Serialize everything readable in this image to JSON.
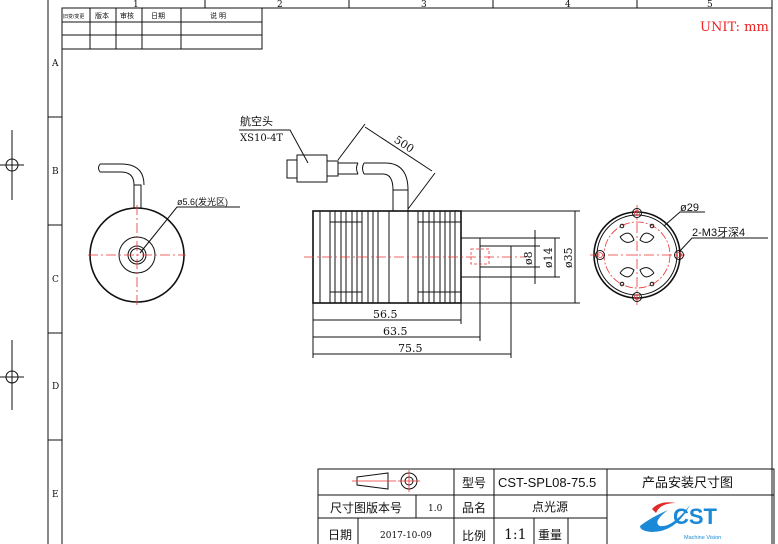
{
  "unit_label": "UNIT: mm",
  "ruler": {
    "columns": [
      "1",
      "2",
      "3",
      "4",
      "5"
    ],
    "rows": [
      "A",
      "B",
      "C",
      "D",
      "E"
    ]
  },
  "revision_table": {
    "headers": [
      "旧变/变更",
      "版本",
      "审核",
      "日期",
      "说 明"
    ]
  },
  "annotations": {
    "connector_name": "航空头",
    "connector_model": "XS10-4T",
    "cable_length": "500",
    "emit_area": "ø5.6(发光区)",
    "pcd": "ø29",
    "thread": "2-M3牙深4",
    "dia_8": "ø8",
    "dia_14": "ø14",
    "dia_35": "ø35",
    "len_1": "56.5",
    "len_2": "63.5",
    "len_3": "75.5"
  },
  "title_block": {
    "model_label": "型号",
    "model_value": "CST-SPL08-75.5",
    "doc_title": "产品安装尺寸图",
    "version_label": "尺寸图版本号",
    "version_value": "1.0",
    "name_label": "品名",
    "name_value": "点光源",
    "date_label": "日期",
    "date_value": "2017-10-09",
    "scale_label": "比例",
    "scale_value": "1:1",
    "weight_label": "重量",
    "weight_value": "",
    "logo_text": "CST",
    "logo_sub": "Machine Vision",
    "brand_colors": {
      "red": "#e02a2a",
      "blue": "#1a8ad8"
    }
  }
}
